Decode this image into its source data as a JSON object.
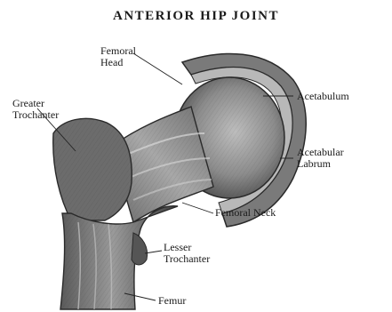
{
  "title": "ANTERIOR HIP JOINT",
  "labels": {
    "femoral_head": [
      "Femoral",
      "Head"
    ],
    "greater_trochanter": [
      "Greater",
      "Trochanter"
    ],
    "acetabulum": "Acetabulum",
    "acetabular_labrum": [
      "Acetabular",
      "Labrum"
    ],
    "femoral_neck": "Femoral Neck",
    "lesser_trochanter": [
      "Lesser",
      "Trochanter"
    ],
    "femur": "Femur"
  },
  "colors": {
    "bone_dark": "#4a4a4a",
    "bone_mid": "#8a8a8a",
    "bone_light": "#c8c8c8",
    "line": "#222222"
  }
}
